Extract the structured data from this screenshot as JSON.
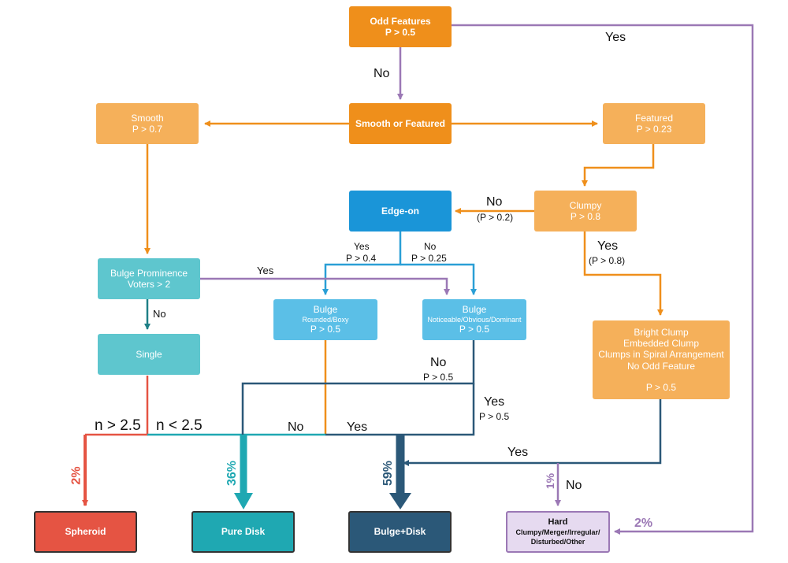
{
  "nodes": {
    "odd_features": {
      "title": "Odd Features",
      "condition": "P > 0.5"
    },
    "smooth_or_featured": {
      "title": "Smooth or Featured"
    },
    "smooth": {
      "title": "Smooth",
      "condition": "P > 0.7"
    },
    "featured": {
      "title": "Featured",
      "condition": "P > 0.23"
    },
    "clumpy": {
      "title": "Clumpy",
      "condition": "P > 0.8"
    },
    "edge_on": {
      "title": "Edge-on"
    },
    "bulge_prominence": {
      "title": "Bulge Prominence",
      "condition": "Voters > 2"
    },
    "single": {
      "title": "Single"
    },
    "bulge_rounded": {
      "title": "Bulge",
      "subtitle": "Rounded/Boxy",
      "condition": "P > 0.5"
    },
    "bulge_noticeable": {
      "title": "Bulge",
      "subtitle": "Noticeable/Obvious/Dominant",
      "condition": "P > 0.5"
    },
    "bright_clump": {
      "lines": [
        "Bright Clump",
        "Embedded Clump",
        "Clumps in Spiral Arrangement",
        "No Odd Feature"
      ],
      "condition": "P > 0.5"
    },
    "spheroid": {
      "title": "Spheroid"
    },
    "pure_disk": {
      "title": "Pure Disk"
    },
    "bulge_disk": {
      "title": "Bulge+Disk"
    },
    "hard": {
      "title": "Hard",
      "lines": [
        "Clumpy/Merger/Irregular/",
        "Disturbed/Other"
      ]
    }
  },
  "labels": {
    "odd_yes": "Yes",
    "odd_no": "No",
    "clumpy_no": "No",
    "clumpy_no_cond": "(P > 0.2)",
    "clumpy_yes": "Yes",
    "clumpy_yes_cond": "(P > 0.8)",
    "edge_yes": "Yes",
    "edge_yes_cond": "P > 0.4",
    "edge_no": "No",
    "edge_no_cond": "P > 0.25",
    "prominence_yes": "Yes",
    "prominence_no": "No",
    "noticeable_no": "No",
    "noticeable_no_cond": "P > 0.5",
    "noticeable_yes": "Yes",
    "noticeable_yes_cond": "P > 0.5",
    "single_n_gt": "n > 2.5",
    "single_n_lt": "n < 2.5",
    "rounded_no": "No",
    "rounded_yes": "Yes",
    "clump_yes": "Yes",
    "hard_no": "No"
  },
  "percentages": {
    "spheroid": "2%",
    "pure_disk": "36%",
    "bulge_disk": "59%",
    "hard_branch": "1%",
    "hard_odd": "2%"
  },
  "colors": {
    "orange": "#ef8f1b",
    "purple": "#9b78b5",
    "blue": "#2a9fd6",
    "navy": "#2b5878",
    "red": "#e55443",
    "teal": "#1fa8b2",
    "dark_teal": "#1e7f86"
  }
}
